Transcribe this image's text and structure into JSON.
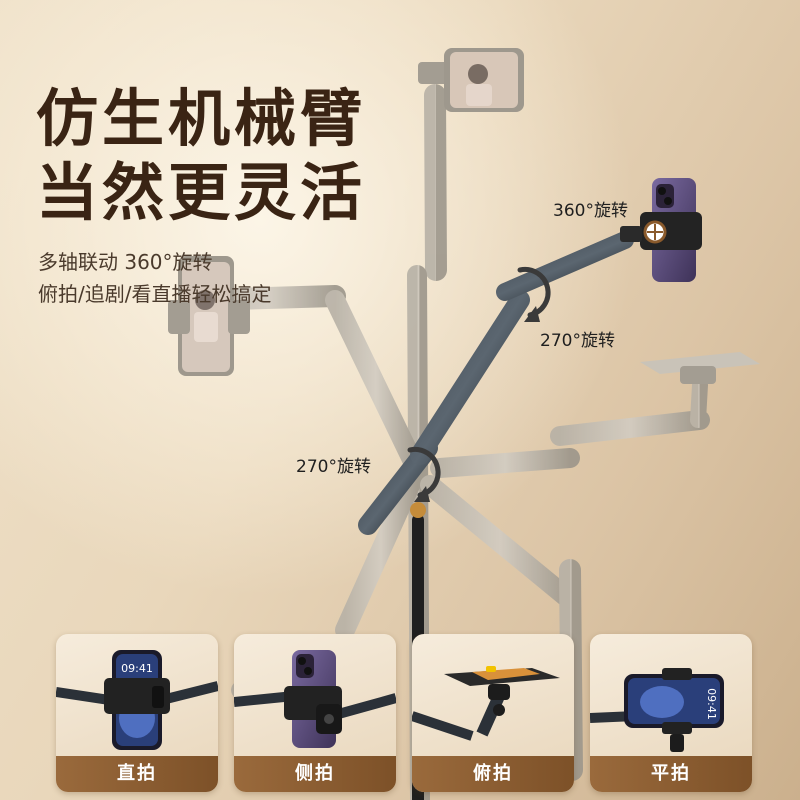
{
  "headline": {
    "line1": "仿生机械臂",
    "line2": "当然更灵活"
  },
  "subtitle": {
    "line1": "多轴联动 360°旋转",
    "line2": "俯拍/追剧/看直播轻松搞定"
  },
  "callouts": {
    "top_rotation": "360°旋转",
    "upper_rotation": "270°旋转",
    "lower_rotation": "270°旋转"
  },
  "phone_time": "09:41",
  "cards": [
    {
      "label": "直拍",
      "icon": "portrait-mode"
    },
    {
      "label": "侧拍",
      "icon": "side-mode"
    },
    {
      "label": "俯拍",
      "icon": "overhead-mode"
    },
    {
      "label": "平拍",
      "icon": "landscape-mode"
    }
  ],
  "colors": {
    "headline": "#3a2414",
    "label_bar": "#8b5e34",
    "arm_dark": "#1c2228",
    "arm_ghost": "#a8a399",
    "phone_purple": "#5a4a7a"
  }
}
